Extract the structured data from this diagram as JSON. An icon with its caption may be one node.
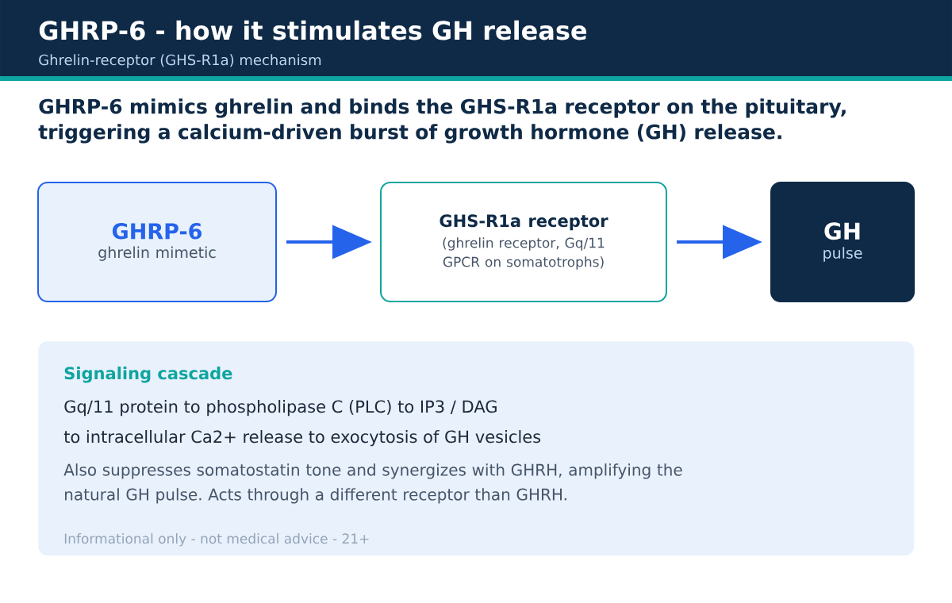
{
  "diagram": {
    "title": "GHRP-6 - how it stimulates GH release",
    "nodes": [
      {
        "text": [
          "GHRP-6",
          "ghrelin mimetic"
        ]
      },
      {
        "text": [
          "GHS-R1a receptor",
          "(ghrelin receptor, Gq/11 GPCR on somatotrophs)"
        ]
      },
      {
        "text": [
          "GH",
          "pulse"
        ]
      },
      {
        "text": [
          "Signaling cascade",
          "Gq/11 protein to phospholipase C (PLC) to IP3 / DAG",
          "to intracellular Ca2+ release to exocytosis of GH vesicles",
          "Also suppresses somatostatin tone and synergizes with GHRH, amplifying the natural GH pulse. Acts through a different receptor than GHRH.",
          "Informational only - not medical advice - 21+"
        ]
      }
    ],
    "edges": [
      {
        "from": 0,
        "to": 1,
        "arrow": "to"
      },
      {
        "from": 1,
        "to": 2,
        "arrow": "to"
      }
    ],
    "labels": [
      "Ghrelin-receptor (GHS-R1a) mechanism",
      "GHRP-6 mimics ghrelin and binds the GHS-R1a receptor on the pituitary, triggering a calcium-driven burst of growth hormone (GH) release."
    ]
  }
}
